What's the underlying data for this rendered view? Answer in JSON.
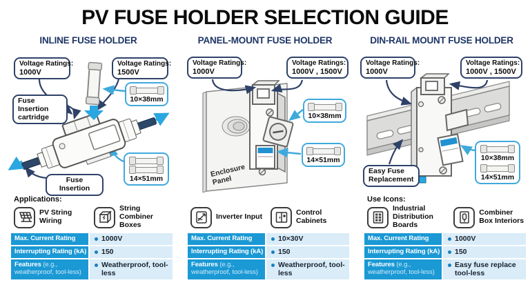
{
  "title": "PV FUSE HOLDER SELECTION GUIDE",
  "colors": {
    "accent_blue": "#1a99d5",
    "value_cell_bg": "#d9ecf8",
    "bullet_blue": "#1a7fc0",
    "cyan_arrow": "#2aa7e0",
    "fuse_box_border": "#3fa9dc",
    "callout_border": "#2e4168",
    "heading_navy": "#1d3566",
    "device_blue_band": "#2191d0"
  },
  "columns": [
    {
      "heading": "INLINE FUSE HOLDER",
      "voltage_left_label": "Voltage Ratings:",
      "voltage_left_value": "1000V",
      "voltage_right_label": "Voltage Ratings:",
      "voltage_right_value": "1500V",
      "callout_upper": "Fuse Insertion cartridge",
      "callout_lower": "Fuse Insertion",
      "fuse_size_small": "10×38mm",
      "fuse_size_large": "14×51mm",
      "apps_heading": "Applications:",
      "apps": [
        {
          "icon": "solar-panel-icon",
          "label": "PV String Wiring"
        },
        {
          "icon": "combiner-box-icon",
          "label": "String Combiner Boxes"
        }
      ],
      "table": [
        {
          "label": "Max. Current Rating",
          "value": "1000V"
        },
        {
          "label": "Interrupting Rating (kA)",
          "value": "150"
        },
        {
          "label": "Features",
          "suffix": "(e.g., weatherproof, tool-less)",
          "value": "Weatherproof, tool-less"
        }
      ]
    },
    {
      "heading": "PANEL-MOUNT FUSE HOLDER",
      "voltage_left_label": "Voltage Ratings:",
      "voltage_left_value": "1000V",
      "voltage_right_label": "Voltage Ratings:",
      "voltage_right_value": "1000V , 1500V",
      "panel_label": "Enclosure Panel",
      "fuse_size_small": "10×38mm",
      "fuse_size_large": "14×51mm",
      "apps": [
        {
          "icon": "inverter-icon",
          "label": "Inverter Input"
        },
        {
          "icon": "control-cabinet-icon",
          "label": "Control Cabinets"
        }
      ],
      "table": [
        {
          "label": "Max. Current Rating",
          "value": "10×30V"
        },
        {
          "label": "Interrupting Rating (kA)",
          "value": "150"
        },
        {
          "label": "Features",
          "suffix": "(e.g., weatherproof, tool-less)",
          "value": "Weatherproof, tool-less"
        }
      ]
    },
    {
      "heading": "DIN-RAIL MOUNT FUSE HOLDER",
      "voltage_left_label": "Voltage Ratings:",
      "voltage_left_value": "1000V",
      "voltage_right_label": "Voltage Ratings:",
      "voltage_right_value": "1000V , 1500V",
      "callout_lower": "Easy Fuse Replacement",
      "fuse_size_small": "10×38mm",
      "fuse_size_large": "14×51mm",
      "apps_heading": "Use Icons:",
      "apps": [
        {
          "icon": "distribution-board-icon",
          "label": "Industrial Distribution Boards"
        },
        {
          "icon": "combiner-interior-icon",
          "label": "Combiner Box Interiors"
        }
      ],
      "table": [
        {
          "label": "Max. Current Rating",
          "value": "1000V"
        },
        {
          "label": "Interrupting Rating (kA)",
          "value": "150"
        },
        {
          "label": "Features",
          "suffix": "(e.g., weatherproof, tool-less)",
          "value": "Easy fuse replace tool-less"
        }
      ]
    }
  ]
}
